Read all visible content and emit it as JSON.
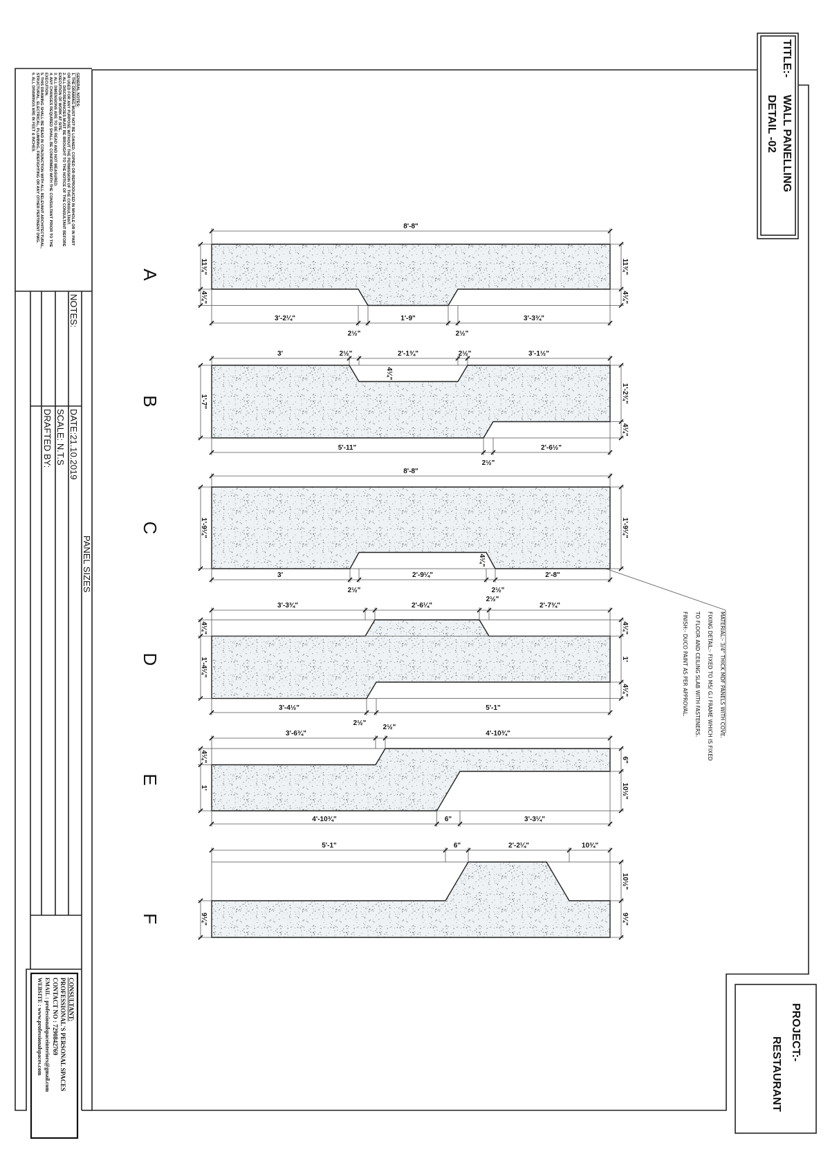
{
  "title": {
    "label": "TITLE:-",
    "line1": "WALL PANELLING",
    "line2": "DETAIL -02"
  },
  "project": {
    "label": "PROJECT:-",
    "name": "RESTAURANT"
  },
  "general_notes": {
    "heading": "GENERAL NOTES:",
    "lines": [
      "1. THE DRAWING MUST NOT BE LOANED, COPIED OR REPRODUCED IN WHOLE OR IN PART",
      "OR USED FOR ANY PURPOSE WITHOUT THE PERMISSION OF THE CONSULTANT.",
      "2. ALL DISCREPANCIES MUST BE BROUGHT TO THE NOTICE OF THE CONSULTANT BEFORE",
      "EXECUTION OF WORK AT SITE.",
      "3. ALL DIMENSIONS ARE TO BE READ AND NOT MEASURED.",
      "4. ANY CHANGES REQUIRED SHALL BE CONFIRMED WITH THE CONSULTANT PRIOR TO THE",
      "EXECUTION.",
      "5. THIS DRAWING SHALL BE READ IN CONJUNCTION WITH ALL RELEVANT ARCHITECTURAL,",
      "STRUCTURAL, ELECTRICAL, PLUMBING, FIREFIGHTING OR ANY OTHER PERTINENT DWG.",
      "6. ALL DRAWINGS ARE IN FEET & INCHES."
    ]
  },
  "title_block": {
    "notes_label": "NOTES:",
    "date": "DATE:21.10.2019",
    "scale": "SCALE: N.T.S",
    "drafted_by": "DRAFTED BY:",
    "sheet_title": "PANEL SIZES"
  },
  "consultant": {
    "heading": "CONSULTANT:",
    "name": "PROFESSIONAL'S PERSONAL SPACES",
    "contact": "CONTACT NO : 7290842769",
    "email": "EMAIL : professionalspaceinteriors@gmail.com",
    "website": "WEBSITE : www.professionalspaces.com"
  },
  "annotation": {
    "lines": [
      "MATERIAL:- 3/4\" THICK MDF PANELS WITH COVE.",
      "FIXING DETAIL:- FIXED TO MS/ G.I FRAME WHICH IS FIXED",
      "TO FLOOR AND CEILING SLAB WITH FASTENERS.",
      "FINISH:- DUCO PAINT AS PER APPROVAL."
    ]
  },
  "colors": {
    "line": "#222222",
    "panel_fill": "#eef2f4",
    "speckle": "#6b7378"
  },
  "panels": [
    {
      "label": "A",
      "top": [
        "8'-8\""
      ],
      "bottom": [
        "3'-2¼\"",
        "2½\"",
        "1'-9\"",
        "2½\"",
        "3'-3¾\""
      ],
      "left": [
        "11¾\"",
        "4¼\""
      ],
      "right": [
        "11¾\"",
        "4¼\""
      ],
      "inner": []
    },
    {
      "label": "B",
      "top": [
        "3'",
        "2½\"",
        "2'-1¾\"",
        "2½\"",
        "3'-1½\""
      ],
      "bottom": [
        "5'-11\"",
        "2½\"",
        "2'-6½\""
      ],
      "left": [
        "1'-7\""
      ],
      "right": [
        "1'-2¾\"",
        "4¼\""
      ],
      "inner": [
        "4¼\""
      ]
    },
    {
      "label": "C",
      "top": [
        "8'-8\""
      ],
      "bottom": [
        "3'",
        "2½\"",
        "2'-9¼\"",
        "2½\"",
        "2'-8\""
      ],
      "left": [
        "1'-9¼\""
      ],
      "right": [
        "1'-9¼\""
      ],
      "inner": [
        "4¼\""
      ]
    },
    {
      "label": "D",
      "top": [
        "3'-3¾\"",
        "2'-6¼\"",
        "2½\"",
        "2'-7¾\""
      ],
      "bottom": [
        "3'-4½\"",
        "2½\"",
        "5'-1\""
      ],
      "left": [
        "4¼\"",
        "1'-4¼\""
      ],
      "right": [
        "4¼\"",
        "1'",
        "4¼\""
      ],
      "inner": []
    },
    {
      "label": "E",
      "top": [
        "3'-6¾\"",
        "2½\"",
        "4'-10¾\""
      ],
      "bottom": [
        "4'-10¾\"",
        "6\"",
        "3'-3¼\""
      ],
      "left": [
        "4¼\"",
        "1'"
      ],
      "right": [
        "6\"",
        "10½\""
      ],
      "inner": []
    },
    {
      "label": "F",
      "top": [
        "5'-1\"",
        "6\"",
        "2'-2¼\"",
        "10¾\""
      ],
      "bottom": [],
      "left": [
        "9¼\""
      ],
      "right": [
        "10½\"",
        "9¼\""
      ],
      "inner": []
    }
  ]
}
